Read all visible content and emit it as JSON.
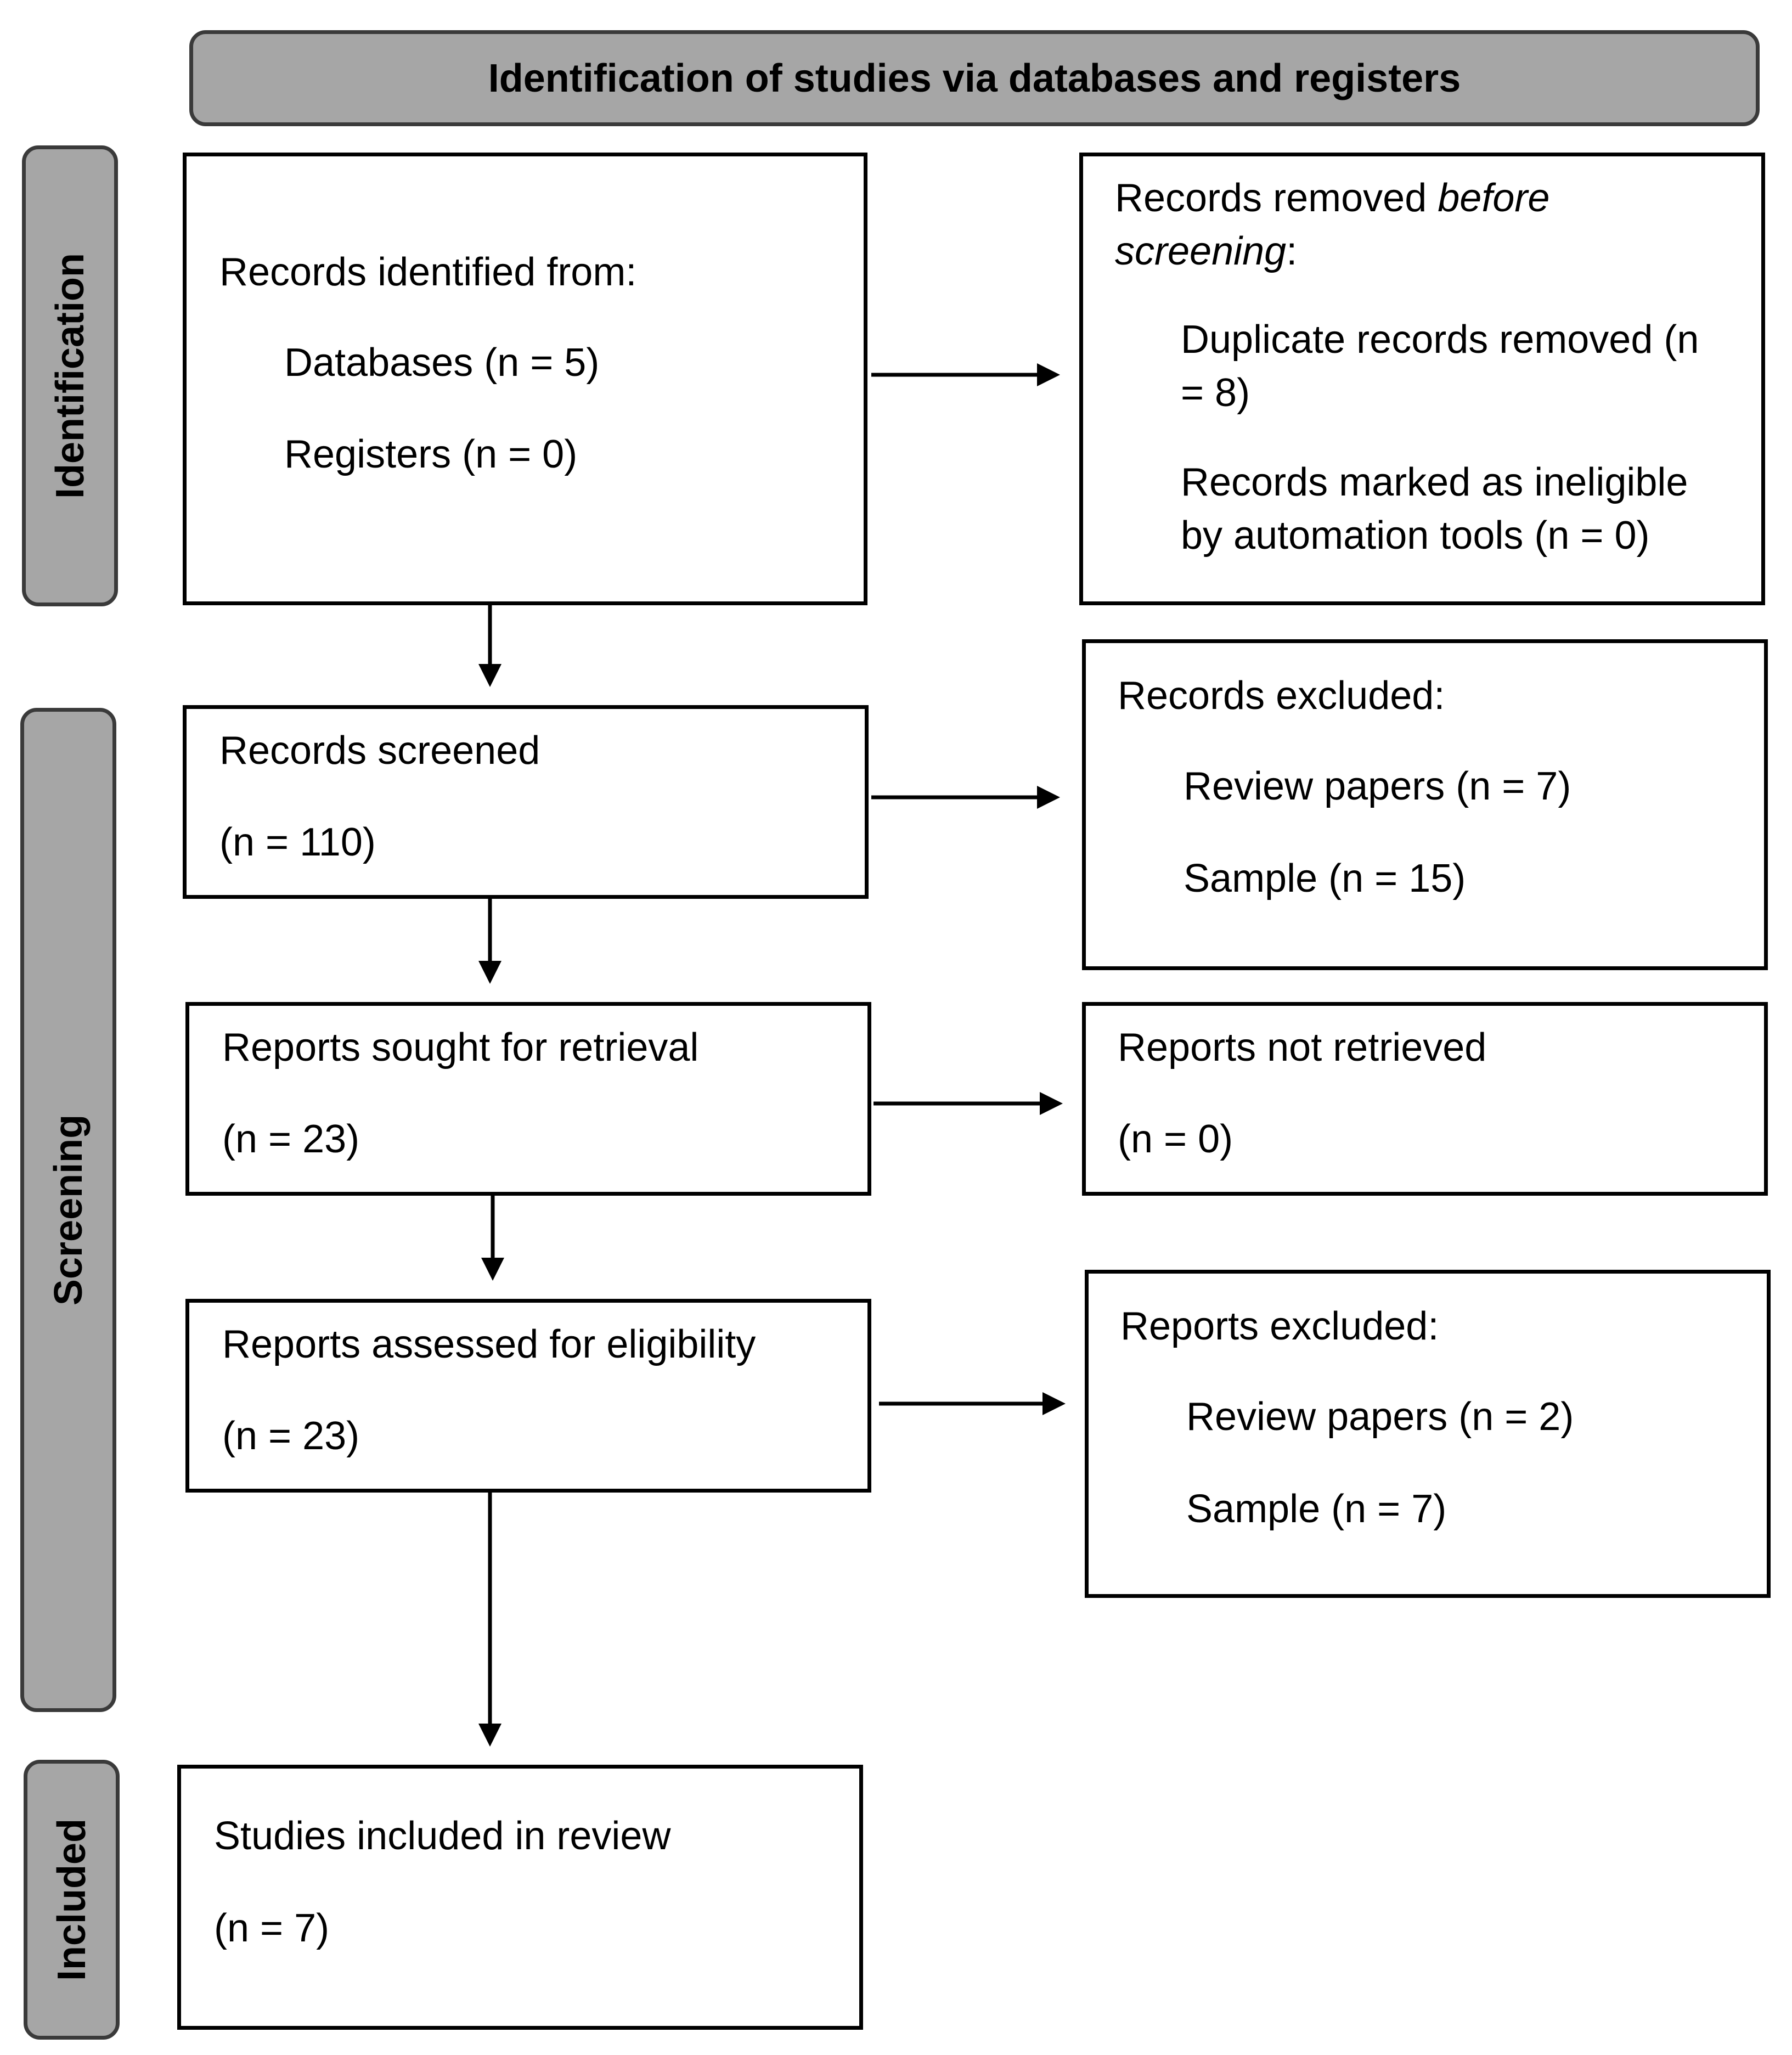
{
  "header": {
    "title": "Identification of studies via databases and registers"
  },
  "phases": {
    "identification": "Identification",
    "screening": "Screening",
    "included": "Included"
  },
  "boxes": {
    "records_identified": {
      "title": "Records identified from:",
      "databases": "Databases (n = 5)",
      "registers": "Registers (n = 0)"
    },
    "records_removed": {
      "title_plain": "Records removed ",
      "title_italic_1": "before",
      "title_italic_2": "screening",
      "title_colon": ":",
      "duplicates_line1": "Duplicate records removed (n",
      "duplicates_line2": "= 8)",
      "ineligible_line1": "Records marked as ineligible",
      "ineligible_line2": "by automation tools (n = 0)"
    },
    "records_screened": {
      "title": "Records screened",
      "count": "(n = 110)"
    },
    "records_excluded": {
      "title": "Records excluded:",
      "review_papers": "Review papers (n = 7)",
      "sample": "Sample (n = 15)"
    },
    "reports_sought": {
      "title": "Reports sought for retrieval",
      "count": "(n = 23)"
    },
    "reports_not_retrieved": {
      "title": "Reports not retrieved",
      "count": "(n = 0)"
    },
    "reports_assessed": {
      "title": "Reports assessed for eligibility",
      "count": "(n = 23)"
    },
    "reports_excluded": {
      "title": "Reports excluded:",
      "review_papers": "Review papers (n = 2)",
      "sample": "Sample (n = 7)"
    },
    "studies_included": {
      "title": "Studies included in review",
      "count": "(n = 7)"
    }
  }
}
